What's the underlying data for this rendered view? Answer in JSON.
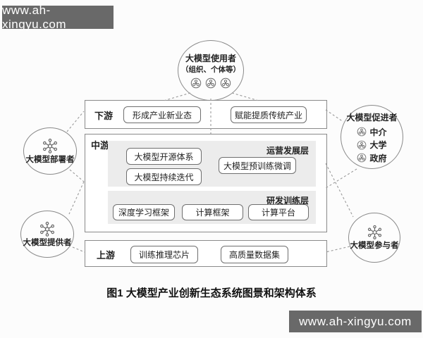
{
  "banners": {
    "top_left": "www.ah-xingyu.com",
    "bottom_right": "www.ah-xingyu.com"
  },
  "top_circle": {
    "line1": "大模型使用者",
    "line2": "（组织、个体等）",
    "member_icon_count": 3
  },
  "rows": {
    "downstream": {
      "label": "下游",
      "boxes": [
        "形成产业新业态",
        "赋能提质传统产业"
      ]
    },
    "midstream": {
      "label": "中游",
      "layers": [
        {
          "name": "运营发展层",
          "boxes": [
            "大模型开源体系",
            "大模型预训练微调",
            "大模型持续迭代"
          ]
        },
        {
          "name": "研发训练层",
          "boxes": [
            "深度学习框架",
            "计算框架",
            "计算平台"
          ]
        }
      ]
    },
    "upstream": {
      "label": "上游",
      "boxes": [
        "训练推理芯片",
        "高质量数据集"
      ]
    }
  },
  "side_circles": {
    "deployer": {
      "label": "大模型部署者"
    },
    "provider": {
      "label": "大模型提供者"
    },
    "promoter": {
      "title": "大模型促进者",
      "items": [
        "中介",
        "大学",
        "政府"
      ]
    },
    "participant": {
      "label": "大模型参与者"
    }
  },
  "caption": "图1 大模型产业创新生态系统图景和架构体系",
  "icons": {
    "node_icon": "network-molecule-icon",
    "member_icon": "circled-person-icon"
  },
  "colors": {
    "banner_bg": "#696969",
    "banner_text": "#ffffff",
    "line_gray": "#8a8a8a",
    "layer_bg": "#ececec",
    "text": "#222222"
  }
}
